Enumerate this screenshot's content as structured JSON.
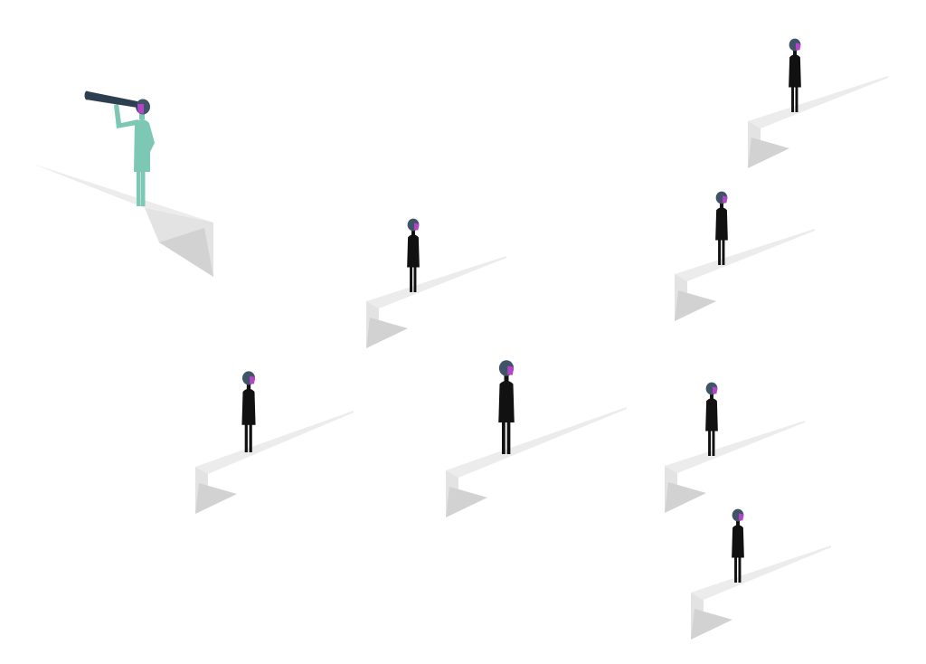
{
  "scene": {
    "description_visible_text": "",
    "background_color": "#ffffff",
    "colors": {
      "platform_top": "#ececec",
      "platform_front": "#e3e3e3",
      "platform_shadow": "#d2d2d2",
      "person_suit": "#111111",
      "person_hair": "#3f5466",
      "person_face": "#b444c8",
      "leader_suit": "#7cc8b5",
      "telescope": "#2c3e50"
    },
    "figures": [
      {
        "id": "leader",
        "role": "leader-with-telescope",
        "icon": "telescope-icon"
      },
      {
        "id": "p1",
        "role": "follower"
      },
      {
        "id": "p2",
        "role": "follower"
      },
      {
        "id": "p3",
        "role": "follower"
      },
      {
        "id": "p4",
        "role": "follower"
      },
      {
        "id": "p5",
        "role": "follower"
      },
      {
        "id": "p6",
        "role": "follower"
      },
      {
        "id": "p7",
        "role": "follower"
      }
    ]
  }
}
